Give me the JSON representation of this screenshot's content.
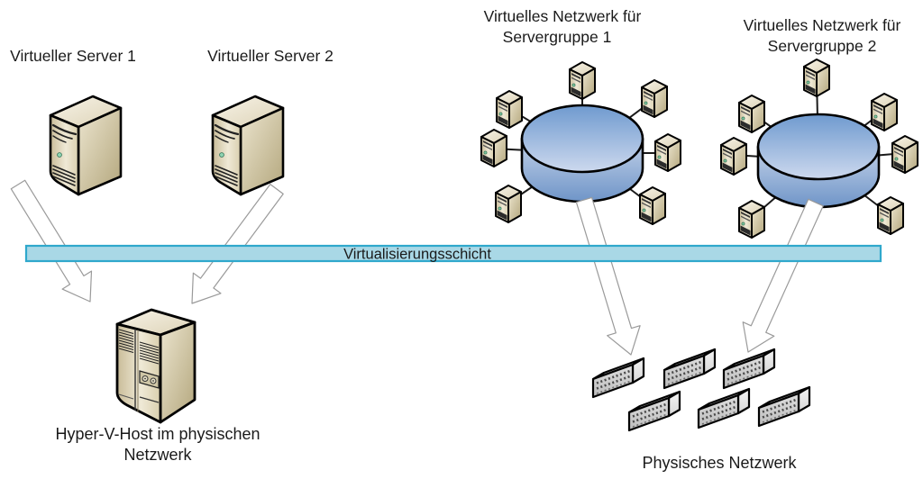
{
  "background": "#ffffff",
  "virtual_servers": [
    {
      "label": "Virtueller Server 1"
    },
    {
      "label": "Virtueller Server 2"
    }
  ],
  "virtual_networks": [
    {
      "title_line1": "Virtuelles Netzwerk für",
      "title_line2": "Servergruppe 1",
      "node_count": 7
    },
    {
      "title_line1": "Virtuelles Netzwerk für",
      "title_line2": "Servergruppe 2",
      "node_count": 7
    }
  ],
  "virtualization_layer": {
    "label": "Virtualisierungsschicht",
    "fill": "#a9d8e6",
    "border": "#2fa8cc"
  },
  "physical_host": {
    "label_line1": "Hyper-V-Host im physischen",
    "label_line2": "Netzwerk"
  },
  "physical_network": {
    "label": "Physisches Netzwerk",
    "switch_count": 6
  },
  "colors": {
    "outline": "#000000",
    "server_beige": "#ddd3b8",
    "network_blue": "#7ba3d4",
    "switch_gray": "#d9d9d9",
    "arrow_outline": "#9a9a9a",
    "text": "#1a1a1a"
  },
  "icons": {
    "virtual_server": "tower-server-icon",
    "network_hub": "network-disk-icon",
    "network_node": "mini-server-icon",
    "physical_switch": "rack-switch-icon",
    "host": "host-server-icon",
    "flow": "outline-arrow-icon"
  }
}
